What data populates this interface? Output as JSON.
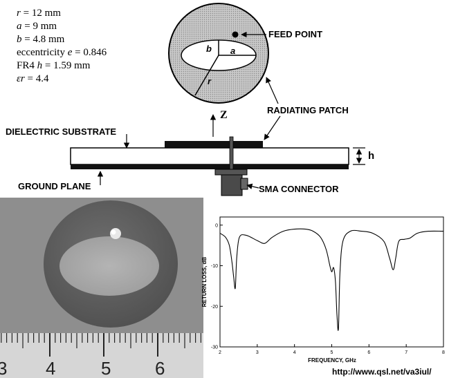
{
  "params": {
    "r": {
      "sym": "r",
      "eq": "=",
      "val": "12",
      "unit": "mm"
    },
    "a": {
      "sym": "a",
      "eq": "=",
      "val": "9",
      "unit": "mm"
    },
    "b": {
      "sym": "b",
      "eq": "=",
      "val": "4.8",
      "unit": "mm"
    },
    "e": {
      "text": "eccentricity",
      "sym": "e",
      "eq": "=",
      "val": "0.846"
    },
    "h": {
      "text": "FR4",
      "sym": "h",
      "eq": "=",
      "val": "1.59",
      "unit": "mm"
    },
    "er": {
      "sym": "εr",
      "eq": "=",
      "val": "4.4"
    }
  },
  "labels": {
    "feed_point": "FEED POINT",
    "radiating_patch": "RADIATING PATCH",
    "dielectric_substrate": "DIELECTRIC SUBSTRATE",
    "ground_plane": "GROUND PLANE",
    "sma_connector": "SMA CONNECTOR",
    "h": "h",
    "z": "Z",
    "a": "a",
    "b": "b",
    "r": "r"
  },
  "ruler": {
    "numbers": [
      "3",
      "4",
      "5",
      "6"
    ]
  },
  "url": "http://www.qsl.net/va3iul/",
  "chart_data": {
    "type": "line",
    "xlabel": "FREQUENCY, GHz",
    "ylabel": "RETURN LOSS, dB",
    "xlim": [
      2,
      8
    ],
    "ylim": [
      -30,
      2
    ],
    "xticks": [
      "2",
      "3",
      "4",
      "5",
      "6",
      "7",
      "8"
    ],
    "yticks": [
      "0",
      "-10",
      "-20",
      "-30"
    ],
    "series": [
      {
        "x": [
          2.0,
          2.15,
          2.25,
          2.32,
          2.37,
          2.41,
          2.45,
          2.52,
          2.7,
          3.0,
          3.2,
          3.4,
          3.7,
          4.0,
          4.3,
          4.5,
          4.7,
          4.85,
          4.95,
          5.0,
          5.05,
          5.1,
          5.14,
          5.18,
          5.22,
          5.3,
          5.5,
          5.8,
          6.1,
          6.4,
          6.55,
          6.65,
          6.72,
          6.8,
          6.95,
          7.1,
          7.3,
          7.6,
          8.0
        ],
        "y": [
          -2,
          -3,
          -5,
          -9,
          -13,
          -15.5,
          -8,
          -3,
          -2.5,
          -3.8,
          -4.5,
          -3,
          -1.5,
          -1,
          -1,
          -1.5,
          -3,
          -6,
          -10,
          -11.5,
          -10.5,
          -14,
          -22,
          -25.5,
          -12,
          -4,
          -1.5,
          -1.5,
          -2,
          -4,
          -8,
          -11,
          -8,
          -4,
          -3.5,
          -3.2,
          -2,
          -1.5,
          -1.5
        ]
      }
    ]
  }
}
